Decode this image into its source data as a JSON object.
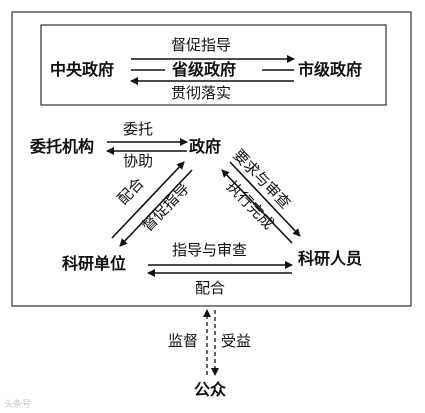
{
  "top_box": {
    "left_node": "中央政府",
    "center_node": "省级政府",
    "right_node": "市级政府",
    "upper_label": "督促指导",
    "lower_label": "贯彻落实"
  },
  "nodes": {
    "agency": "委托机构",
    "government": "政府",
    "research_unit": "科研单位",
    "researchers": "科研人员",
    "public": "公众"
  },
  "edges": {
    "agency_government_top": "委托",
    "agency_government_bottom": "协助",
    "unit_gov_outer": "配合",
    "unit_gov_inner": "督促指导",
    "gov_researcher_outer": "要求与审查",
    "gov_researcher_inner": "执行完成",
    "unit_researcher_top": "指导与审查",
    "unit_researcher_bottom": "配合",
    "public_left": "监督",
    "public_right": "受益"
  },
  "watermark": "头条号"
}
